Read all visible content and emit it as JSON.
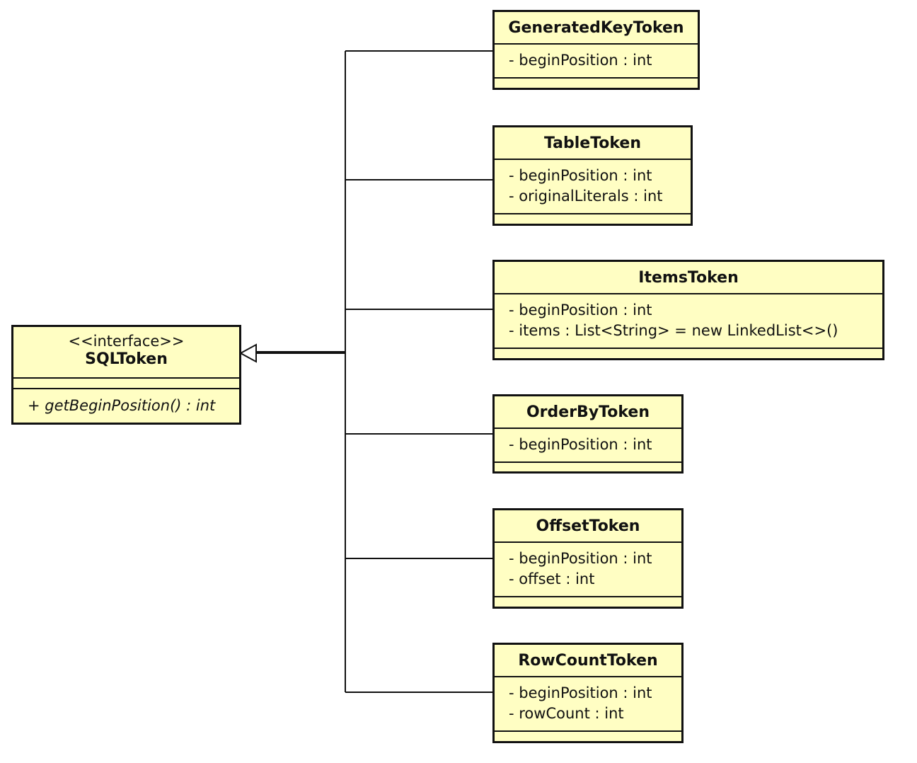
{
  "interface": {
    "stereotype": "<<interface>>",
    "name": "SQLToken",
    "attributes": [],
    "operations": [
      "+ getBeginPosition() : int"
    ]
  },
  "classes": [
    {
      "name": "GeneratedKeyToken",
      "attributes": [
        "- beginPosition : int"
      ],
      "operations": []
    },
    {
      "name": "TableToken",
      "attributes": [
        "- beginPosition : int",
        "- originalLiterals : int"
      ],
      "operations": []
    },
    {
      "name": "ItemsToken",
      "attributes": [
        "- beginPosition : int",
        "- items : List<String> = new LinkedList<>()"
      ],
      "operations": []
    },
    {
      "name": "OrderByToken",
      "attributes": [
        "- beginPosition : int"
      ],
      "operations": []
    },
    {
      "name": "OffsetToken",
      "attributes": [
        "- beginPosition : int",
        "- offset : int"
      ],
      "operations": []
    },
    {
      "name": "RowCountToken",
      "attributes": [
        "- beginPosition : int",
        "- rowCount : int"
      ],
      "operations": []
    }
  ],
  "relationships": [
    {
      "type": "realization",
      "from": "GeneratedKeyToken",
      "to": "SQLToken"
    },
    {
      "type": "realization",
      "from": "TableToken",
      "to": "SQLToken"
    },
    {
      "type": "realization",
      "from": "ItemsToken",
      "to": "SQLToken"
    },
    {
      "type": "realization",
      "from": "OrderByToken",
      "to": "SQLToken"
    },
    {
      "type": "realization",
      "from": "OffsetToken",
      "to": "SQLToken"
    },
    {
      "type": "realization",
      "from": "RowCountToken",
      "to": "SQLToken"
    }
  ],
  "colors": {
    "fill": "#fffec3",
    "stroke": "#111111",
    "background": "#ffffff"
  }
}
